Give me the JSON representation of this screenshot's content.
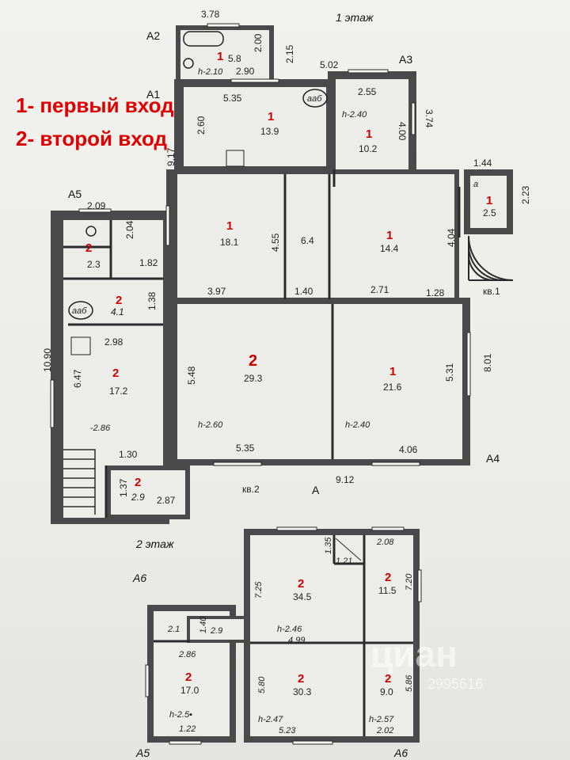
{
  "floor1_title": "1 этаж",
  "floor2_title": "2 этаж",
  "legend": {
    "line1": "1- первый вход",
    "line2": "2- второй вход"
  },
  "axes": {
    "a1": "А1",
    "a2": "А2",
    "a3": "А3",
    "a4": "А4",
    "a5": "А5",
    "a6": "А6",
    "a": "А"
  },
  "apartments": {
    "kv1": "кв.1",
    "kv2": "кв.2"
  },
  "rooms_floor1": [
    {
      "n": "1",
      "area": "5.8"
    },
    {
      "n": "1",
      "area": "13.9"
    },
    {
      "n": "1",
      "area": "10.2"
    },
    {
      "n": "1",
      "area": "18.1"
    },
    {
      "n": "",
      "area": "6.4"
    },
    {
      "n": "1",
      "area": "14.4"
    },
    {
      "n": "1",
      "area": "2.5"
    },
    {
      "n": "2",
      "area": "29.3"
    },
    {
      "n": "1",
      "area": "21.6"
    },
    {
      "n": "2",
      "area": "2.3"
    },
    {
      "n": "2",
      "area": "4.1"
    },
    {
      "n": "2",
      "area": "17.2"
    },
    {
      "n": "2",
      "area": "2.9"
    }
  ],
  "rooms_floor2": [
    {
      "n": "2",
      "area": "34.5"
    },
    {
      "n": "2",
      "area": "11.5"
    },
    {
      "n": "2",
      "area": "17.0"
    },
    {
      "n": "2",
      "area": "30.3"
    },
    {
      "n": "2",
      "area": "9.0"
    }
  ],
  "dims_floor1": {
    "d378": "3.78",
    "d200": "2.00",
    "d215": "2.15",
    "h210": "h-2.10",
    "d290": "2.90",
    "d502": "5.02",
    "d535a": "5.35",
    "d260": "2.60",
    "d917": "9.17",
    "d255": "2.55",
    "h240a": "h-2.40",
    "d400": "4.00",
    "d374": "3.74",
    "d144": "1.44",
    "a_small": "а",
    "d223": "2.23",
    "d209": "2.09",
    "d204": "2.04",
    "d455": "4.55",
    "d404": "4.04",
    "d182": "1.82",
    "d397": "3.97",
    "d140": "1.40",
    "d271": "2.71",
    "d128": "1.28",
    "d138": "1.38",
    "d298": "2.98",
    "d1090": "10.90",
    "d647": "6.47",
    "d548": "5.48",
    "d531": "5.31",
    "d801": "8.01",
    "h260": "h-2.60",
    "h240b": "h-2.40",
    "h286": "-2.86",
    "d535b": "5.35",
    "d406": "4.06",
    "d912": "9.12",
    "d130": "1.30",
    "d137": "1.37",
    "d287": "2.87",
    "aag1": "ааб",
    "aag2": "ааб"
  },
  "dims_floor2": {
    "d135": "1.35",
    "d121": "1.21",
    "d208": "2.08",
    "d725": "7.25",
    "d720": "7.20",
    "h246": "h-2.46",
    "d499": "4.99",
    "d21": "2.1",
    "d140": "1.40",
    "d29": "2.9",
    "d286": "2.86",
    "h254": "h-2.5▪",
    "d122": "1.22",
    "d580": "5.80",
    "h247": "h-2.47",
    "d523": "5.23",
    "h257": "h-2.57",
    "d202": "2.02",
    "d586": "5.86"
  },
  "watermark": {
    "brand": "циан",
    "id": "2995616"
  }
}
